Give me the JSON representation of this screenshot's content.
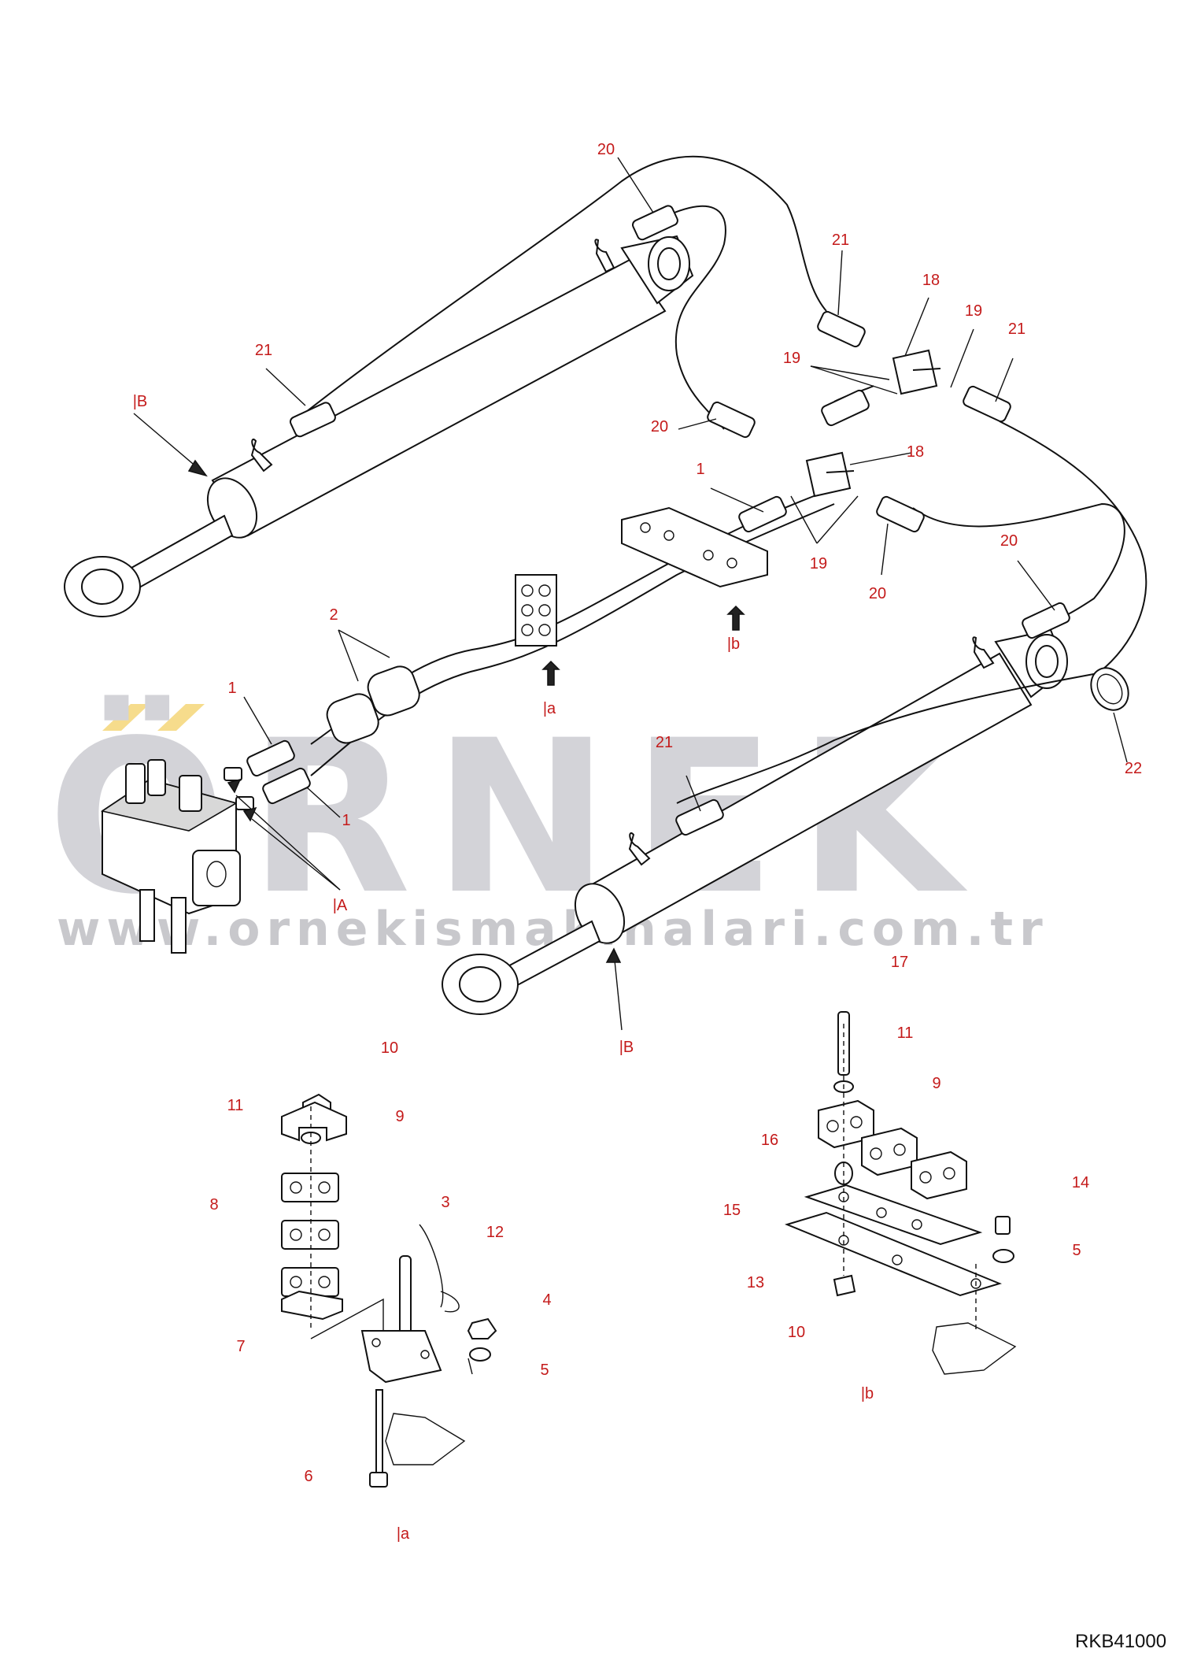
{
  "watermark": {
    "logo_text": "ÖRNEK",
    "url_text": "www.ornekismakinalari.com.tr"
  },
  "drawing_code": "RKB41000",
  "callouts": [
    {
      "id": "c20a",
      "text": "20"
    },
    {
      "id": "c21a",
      "text": "21"
    },
    {
      "id": "c21b",
      "text": "21"
    },
    {
      "id": "c18a",
      "text": "18"
    },
    {
      "id": "c19a",
      "text": "19"
    },
    {
      "id": "c21c",
      "text": "21"
    },
    {
      "id": "c19b",
      "text": "19"
    },
    {
      "id": "c20b",
      "text": "20"
    },
    {
      "id": "c1a",
      "text": "1"
    },
    {
      "id": "c18b",
      "text": "18"
    },
    {
      "id": "c19c",
      "text": "19"
    },
    {
      "id": "c20c",
      "text": "20"
    },
    {
      "id": "c20d",
      "text": "20"
    },
    {
      "id": "c2",
      "text": "2"
    },
    {
      "id": "c1b",
      "text": "1"
    },
    {
      "id": "c1c",
      "text": "1"
    },
    {
      "id": "c22",
      "text": "22"
    },
    {
      "id": "c21d",
      "text": "21"
    },
    {
      "id": "c17",
      "text": "17"
    },
    {
      "id": "c10a",
      "text": "10"
    },
    {
      "id": "c11a",
      "text": "11"
    },
    {
      "id": "c9a",
      "text": "9"
    },
    {
      "id": "c11b",
      "text": "11"
    },
    {
      "id": "c9b",
      "text": "9"
    },
    {
      "id": "c16",
      "text": "16"
    },
    {
      "id": "c8",
      "text": "8"
    },
    {
      "id": "c3",
      "text": "3"
    },
    {
      "id": "c12",
      "text": "12"
    },
    {
      "id": "c15",
      "text": "15"
    },
    {
      "id": "c14",
      "text": "14"
    },
    {
      "id": "c4",
      "text": "4"
    },
    {
      "id": "c5a",
      "text": "5"
    },
    {
      "id": "c13",
      "text": "13"
    },
    {
      "id": "c5b",
      "text": "5"
    },
    {
      "id": "c7",
      "text": "7"
    },
    {
      "id": "c10b",
      "text": "10"
    },
    {
      "id": "c6",
      "text": "6"
    }
  ],
  "view_refs": [
    {
      "id": "vB1",
      "text": "|B"
    },
    {
      "id": "vb1",
      "text": "|b"
    },
    {
      "id": "va1",
      "text": "|a"
    },
    {
      "id": "vA",
      "text": "|A"
    },
    {
      "id": "vB2",
      "text": "|B"
    },
    {
      "id": "vb2",
      "text": "|b"
    },
    {
      "id": "va2",
      "text": "|a"
    }
  ]
}
